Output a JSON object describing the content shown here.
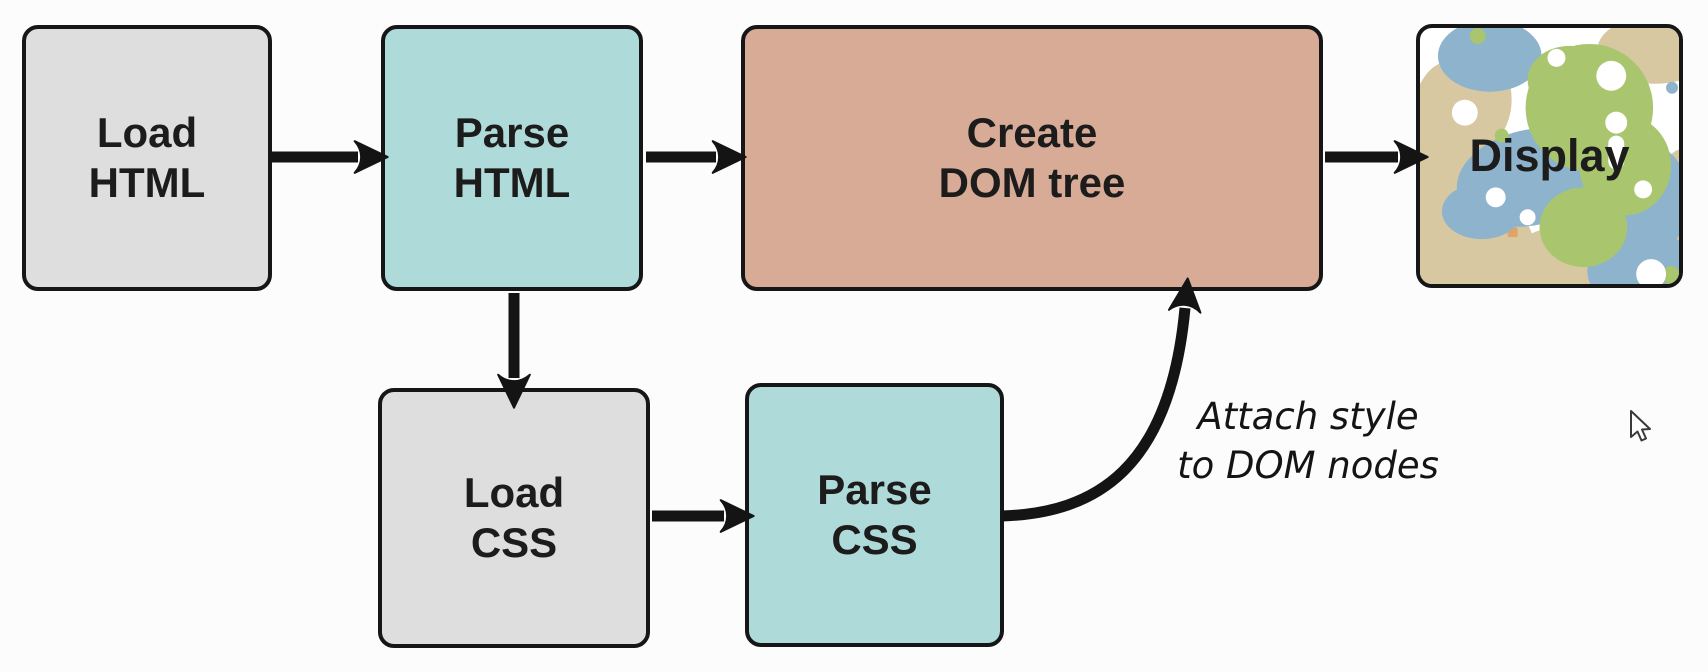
{
  "diagram": {
    "description": "Browser rendering pipeline flowchart",
    "nodes": {
      "load_html": {
        "line1": "Load",
        "line2": "HTML",
        "fill": "#dedede"
      },
      "parse_html": {
        "line1": "Parse",
        "line2": "HTML",
        "fill": "#aedbd9"
      },
      "create_dom": {
        "line1": "Create",
        "line2": "DOM tree",
        "fill": "#d8ab97"
      },
      "display": {
        "label": "Display",
        "fill": "blob-pattern"
      },
      "load_css": {
        "line1": "Load",
        "line2": "CSS",
        "fill": "#dedede"
      },
      "parse_css": {
        "line1": "Parse",
        "line2": "CSS",
        "fill": "#aedbd9"
      }
    },
    "edges": [
      {
        "from": "load_html",
        "to": "parse_html"
      },
      {
        "from": "parse_html",
        "to": "create_dom"
      },
      {
        "from": "create_dom",
        "to": "display"
      },
      {
        "from": "parse_html",
        "to": "load_css"
      },
      {
        "from": "load_css",
        "to": "parse_css"
      },
      {
        "from": "parse_css",
        "to": "create_dom",
        "label": "Attach style to DOM nodes"
      }
    ],
    "annotation": {
      "line1": "Attach style",
      "line2": "to DOM nodes"
    },
    "colors": {
      "background": "#fcfcfc",
      "node_border": "#161616",
      "arrow": "#141414",
      "text": "#1c1c1c",
      "gray_node": "#dedede",
      "teal_node": "#aedbd9",
      "salmon_node": "#d8ab97",
      "pattern_tan": "#d8c8a2",
      "pattern_blue": "#8db3cd",
      "pattern_green": "#a9c66f"
    }
  },
  "cursor": {
    "type": "arrow-pointer",
    "visible": true
  }
}
